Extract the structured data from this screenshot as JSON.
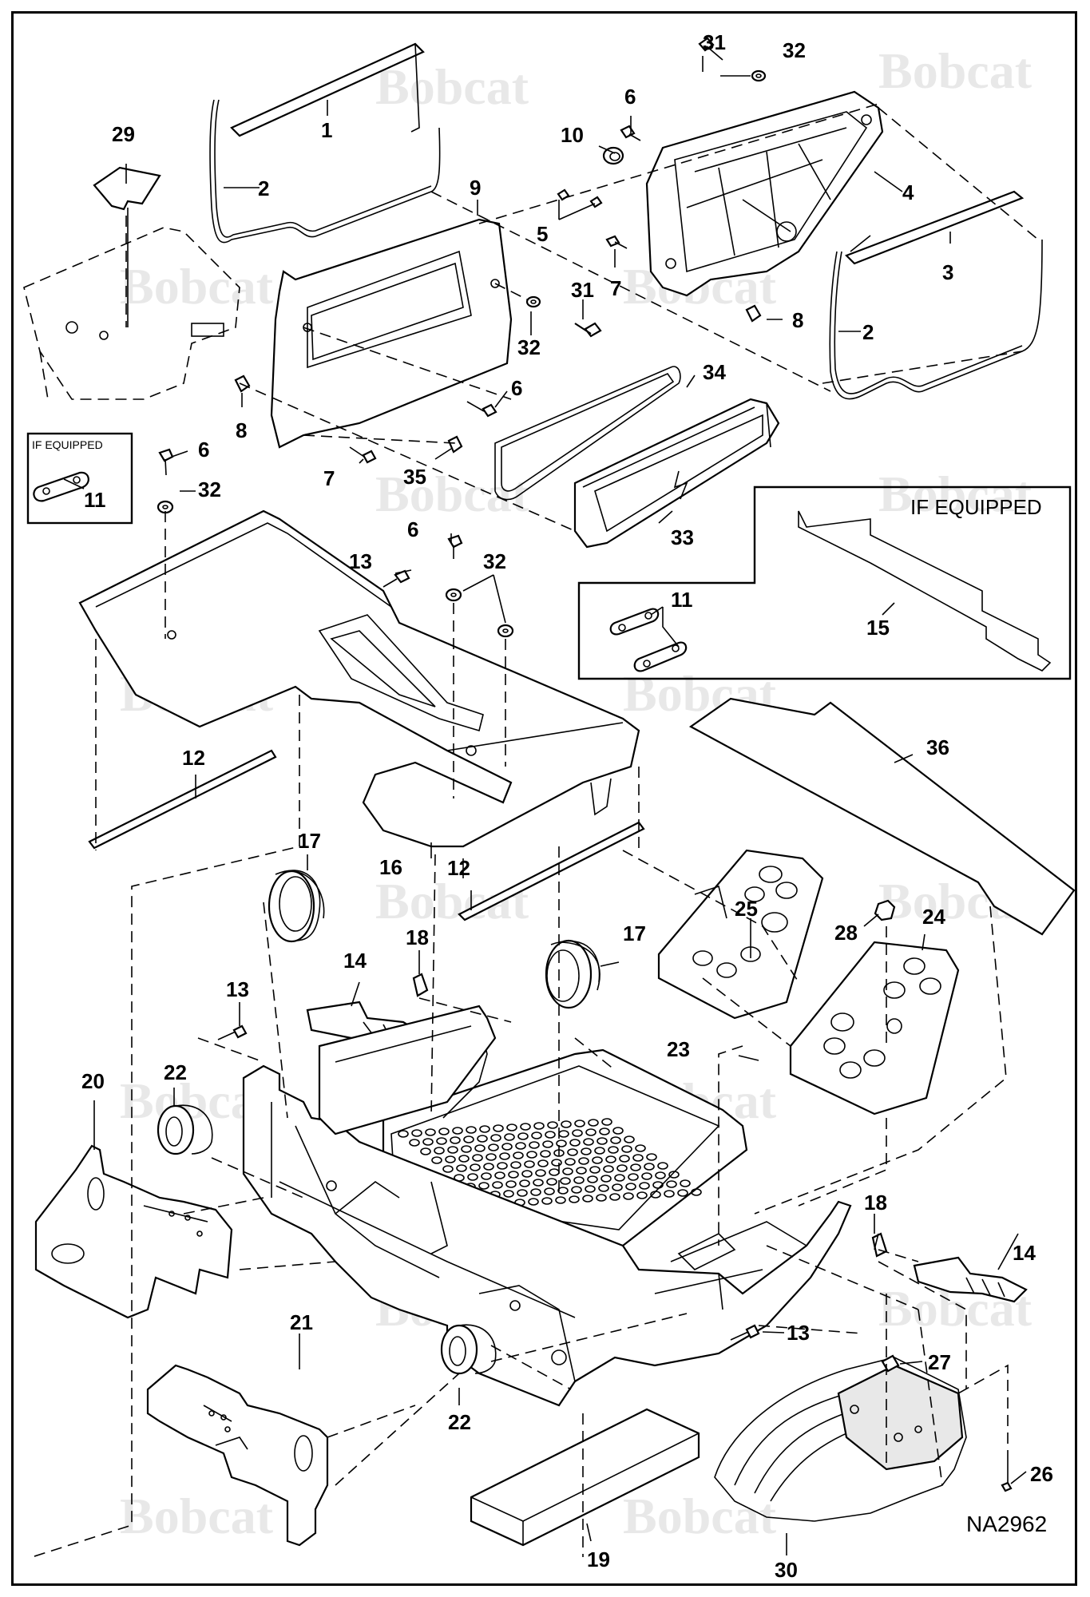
{
  "diagram": {
    "drawing_code": "NA2962",
    "watermark": "Bobcat",
    "if_equipped_large": "IF EQUIPPED",
    "if_equipped_small": "IF EQUIPPED",
    "callouts": {
      "c1": "1",
      "c2a": "2",
      "c2b": "2",
      "c3": "3",
      "c4": "4",
      "c5": "5",
      "c6a": "6",
      "c6b": "6",
      "c6c": "6",
      "c6d": "6",
      "c7a": "7",
      "c7b": "7",
      "c8a": "8",
      "c8b": "8",
      "c9": "9",
      "c10": "10",
      "c11a": "11",
      "c11b": "11",
      "c12a": "12",
      "c12b": "12",
      "c13a": "13",
      "c13b": "13",
      "c13c": "13",
      "c14a": "14",
      "c14b": "14",
      "c15": "15",
      "c16": "16",
      "c17a": "17",
      "c17b": "17",
      "c18a": "18",
      "c18b": "18",
      "c19": "19",
      "c20": "20",
      "c21": "21",
      "c22a": "22",
      "c22b": "22",
      "c23": "23",
      "c24": "24",
      "c25": "25",
      "c26": "26",
      "c27": "27",
      "c28": "28",
      "c29": "29",
      "c30": "30",
      "c31a": "31",
      "c31b": "31",
      "c32a": "32",
      "c32b": "32",
      "c32c": "32",
      "c32d": "32",
      "c33": "33",
      "c34": "34",
      "c35": "35",
      "c36": "36"
    }
  }
}
